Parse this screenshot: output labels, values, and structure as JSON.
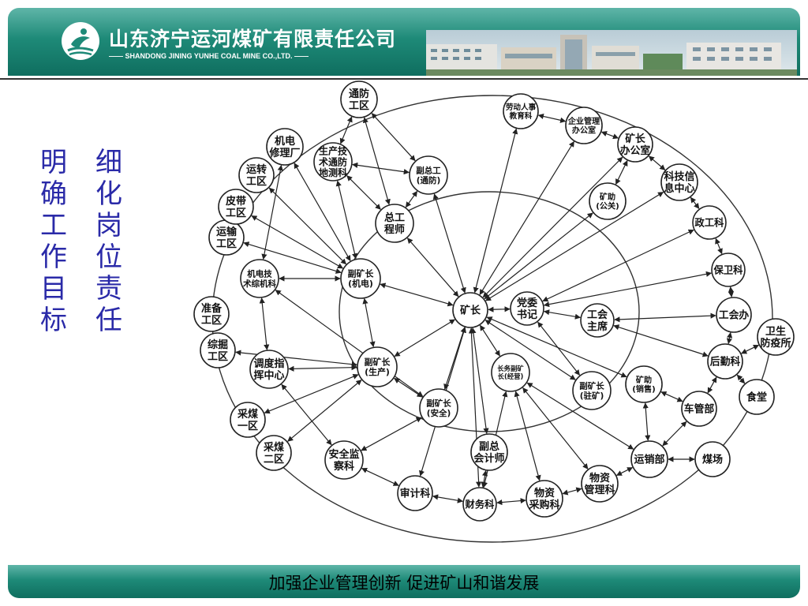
{
  "header": {
    "company_cn": "山东济宁运河煤矿有限责任公司",
    "company_en": "—— SHANDONG JINING YUNHE COAL MINE CO.,LTD. ——"
  },
  "slogan": {
    "col1": [
      "明",
      "确",
      "工",
      "作",
      "目",
      "标"
    ],
    "col2": [
      "细",
      "化",
      "岗",
      "位",
      "责",
      "任"
    ]
  },
  "footer": {
    "text": "加强企业管理创新 促进矿山和谐发展"
  },
  "colors": {
    "header_teal": "#1e8a78",
    "slogan_blue": "#2a2aa8"
  },
  "diagram": {
    "nodes": [
      {
        "id": "kuangzhang",
        "lines": [
          "矿长"
        ]
      },
      {
        "id": "dangwei",
        "lines": [
          "党委",
          "书记"
        ]
      },
      {
        "id": "gonghui",
        "lines": [
          "工会",
          "主席"
        ]
      },
      {
        "id": "fukz_jidian",
        "lines": [
          "副矿长",
          "(机电)"
        ]
      },
      {
        "id": "fukz_shengchan",
        "lines": [
          "副矿长",
          "(生产)"
        ]
      },
      {
        "id": "fukz_anquan",
        "lines": [
          "副矿长",
          "(安全)"
        ]
      },
      {
        "id": "changwu",
        "lines": [
          "长务副矿",
          "长(经营)"
        ]
      },
      {
        "id": "fukz_zhukuang",
        "lines": [
          "副矿长",
          "(驻矿)"
        ]
      },
      {
        "id": "zonggong",
        "lines": [
          "总工",
          "程师"
        ]
      },
      {
        "id": "fuzonggong",
        "lines": [
          "副总工",
          "(通防)"
        ]
      },
      {
        "id": "kuangzhu_gongguan",
        "lines": [
          "矿助",
          "(公关)"
        ]
      },
      {
        "id": "kuangzhu_xiaoshou",
        "lines": [
          "矿助",
          "(销售)"
        ]
      },
      {
        "id": "fuzong_kuaiji",
        "lines": [
          "副总",
          "会计师"
        ]
      },
      {
        "id": "tongfang",
        "lines": [
          "通防",
          "工区"
        ]
      },
      {
        "id": "jidian_xiuli",
        "lines": [
          "机电",
          "修理厂"
        ]
      },
      {
        "id": "shengchan_jishu",
        "lines": [
          "生产技",
          "术通防",
          "地测科"
        ]
      },
      {
        "id": "laodong",
        "lines": [
          "劳动人事",
          "教育科"
        ]
      },
      {
        "id": "qiye_guanli",
        "lines": [
          "企业管理",
          "办公室"
        ]
      },
      {
        "id": "kz_bangongshi",
        "lines": [
          "矿长",
          "办公室"
        ]
      },
      {
        "id": "keji",
        "lines": [
          "科技信",
          "息中心"
        ]
      },
      {
        "id": "zhenggong",
        "lines": [
          "政工科"
        ]
      },
      {
        "id": "baowei",
        "lines": [
          "保卫科"
        ]
      },
      {
        "id": "gonghuiban",
        "lines": [
          "工会办"
        ]
      },
      {
        "id": "weisheng",
        "lines": [
          "卫生",
          "防疫所"
        ]
      },
      {
        "id": "houqin",
        "lines": [
          "后勤科"
        ]
      },
      {
        "id": "shitang",
        "lines": [
          "食堂"
        ]
      },
      {
        "id": "cheguan",
        "lines": [
          "车管部"
        ]
      },
      {
        "id": "meichang",
        "lines": [
          "煤场"
        ]
      },
      {
        "id": "yunxiao",
        "lines": [
          "运销部"
        ]
      },
      {
        "id": "wuzi_guanli",
        "lines": [
          "物资",
          "管理科"
        ]
      },
      {
        "id": "wuzi_caigou",
        "lines": [
          "物资",
          "采购科"
        ]
      },
      {
        "id": "caiwu",
        "lines": [
          "财务科"
        ]
      },
      {
        "id": "shenji",
        "lines": [
          "审计科"
        ]
      },
      {
        "id": "anquan_jiancha",
        "lines": [
          "安全监",
          "察科"
        ]
      },
      {
        "id": "caimei2",
        "lines": [
          "采煤",
          "二区"
        ]
      },
      {
        "id": "caimei1",
        "lines": [
          "采煤",
          "一区"
        ]
      },
      {
        "id": "diaodu",
        "lines": [
          "调度指",
          "挥中心"
        ]
      },
      {
        "id": "zongjue",
        "lines": [
          "综掘",
          "工区"
        ]
      },
      {
        "id": "zhunbei",
        "lines": [
          "准备",
          "工区"
        ]
      },
      {
        "id": "jidian_jishu",
        "lines": [
          "机电技",
          "术综机科"
        ]
      },
      {
        "id": "yunshu",
        "lines": [
          "运输",
          "工区"
        ]
      },
      {
        "id": "pidai",
        "lines": [
          "皮带",
          "工区"
        ]
      },
      {
        "id": "yunzhuan",
        "lines": [
          "运转",
          "工区"
        ]
      }
    ]
  }
}
